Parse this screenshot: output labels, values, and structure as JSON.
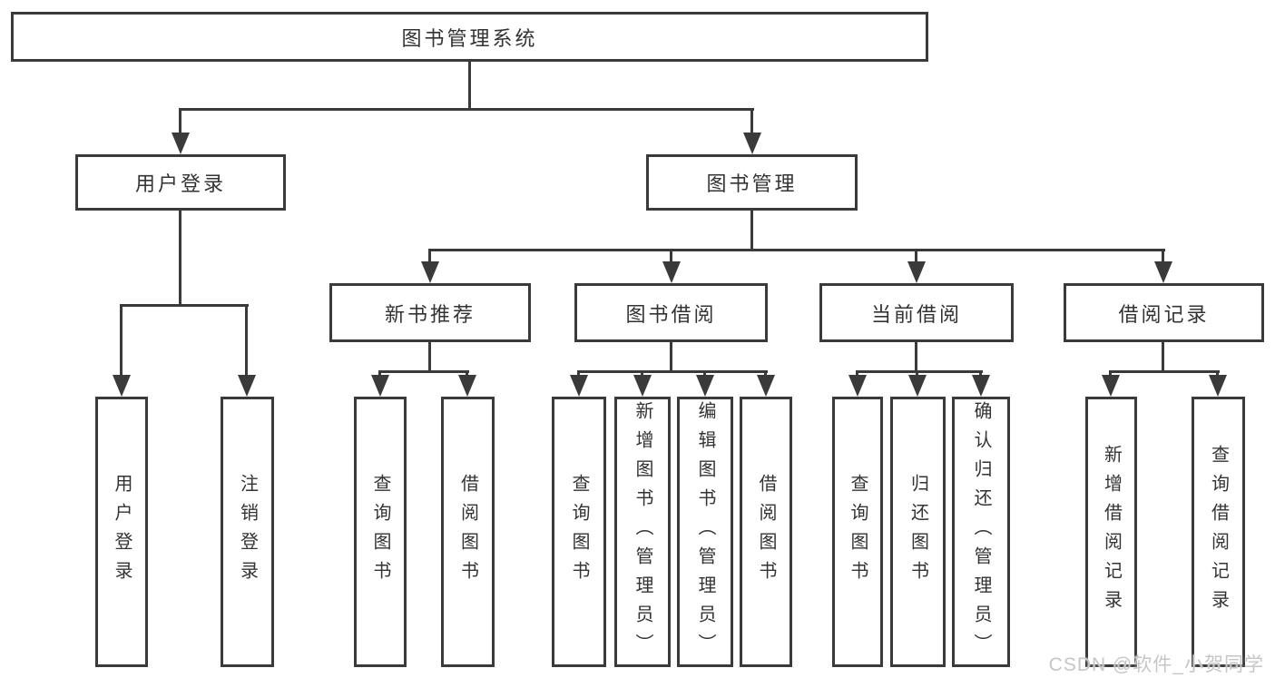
{
  "diagram": {
    "root": {
      "label": "图书管理系统"
    },
    "branches": [
      {
        "label": "用户登录",
        "children": [
          "用户登录",
          "注销登录"
        ]
      },
      {
        "label": "图书管理",
        "children": [
          {
            "label": "新书推荐",
            "children": [
              "查询图书",
              "借阅图书"
            ]
          },
          {
            "label": "图书借阅",
            "children": [
              "查询图书",
              "新增图书（管理员）",
              "编辑图书（管理员）",
              "借阅图书"
            ]
          },
          {
            "label": "当前借阅",
            "children": [
              "查询图书",
              "归还图书",
              "确认归还（管理员）"
            ]
          },
          {
            "label": "借阅记录",
            "children": [
              "新增借阅记录",
              "查询借阅记录"
            ]
          }
        ]
      }
    ]
  },
  "watermark": {
    "text": "CSDN @软件_小贺同学"
  },
  "colors": {
    "line": "#3a3a3a",
    "text": "#333333",
    "background": "#ffffff",
    "watermark": "#c6c6c6"
  }
}
